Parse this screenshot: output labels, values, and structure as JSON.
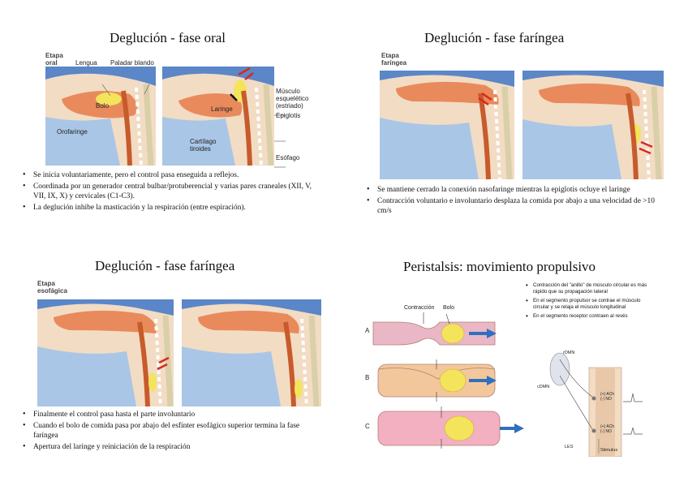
{
  "slides": [
    {
      "title": "Deglución - fase oral",
      "figure": {
        "stage_label": "Etapa\noral",
        "labels": {
          "lengua": "Lengua",
          "paladar": "Paladar blando",
          "musculo": "Músculo\nesquelético\n(estriado)",
          "bolo": "Bolo",
          "laringe": "Laringe",
          "epiglotis": "Epiglotis",
          "orofaringe": "Orofaringe",
          "cartilago": "Cartílago\ntiroides",
          "esofago": "Esófago"
        }
      },
      "bullets": [
        "Se inicia voluntariamente, pero el control pasa enseguida a reflejos.",
        "Coordinada por un generador central bulbar/protuberencial y varias pares craneales (XII, V, VII, IX, X) y cervicales (C1-C3).",
        "La deglución inhibe la masticación y la respiración (entre espiración)."
      ]
    },
    {
      "title": "Deglución - fase faríngea",
      "figure": {
        "stage_label": "Etapa\nfaríngea"
      },
      "bullets": [
        "Se mantiene cerrado la conexión nasofaringe mientras la epiglotis ocluye el laringe",
        "Contracción voluntario e involuntario desplaza la comida por abajo a una velocidad de >10 cm/s"
      ]
    },
    {
      "title": "Deglución - fase faríngea",
      "figure": {
        "stage_label": "Etapa\nesofágica"
      },
      "bullets": [
        "Finalmente el control pasa hasta el parte involuntario",
        "Cuando el bolo de comida pasa por abajo del esfínter esofágico superior termina la fase faríngea",
        "Apertura del laringe y reiniciación de la respiración"
      ]
    },
    {
      "title": "Peristalsis: movimiento propulsivo",
      "figure": {
        "labels": {
          "contraccion": "Contracción",
          "bolo": "Bolo",
          "row_a": "A",
          "row_b": "B",
          "row_c": "C",
          "rdmn": "rDMN",
          "cdmn": "cDMN",
          "ach_top": "(+) ACh\n(-) NO",
          "ach_bottom": "(+) ACh\n(-) NO",
          "les": "LES",
          "stimulus": "Stimulus"
        }
      },
      "bullets": [
        "Contracción del \"anillo\" de músculo circular es más rápido que su propagación lateral",
        "En el segmento propulsor se contrae el músculo circular y se relaja el músculo longitudinal",
        "En el segmento receptor contraen al revés"
      ]
    }
  ],
  "colors": {
    "sky": "#5b86c8",
    "tissue": "#f2dcc4",
    "bolus": "#f4e45c",
    "arrow_red": "#d9291c",
    "arrow_blue": "#2f6fc0"
  }
}
